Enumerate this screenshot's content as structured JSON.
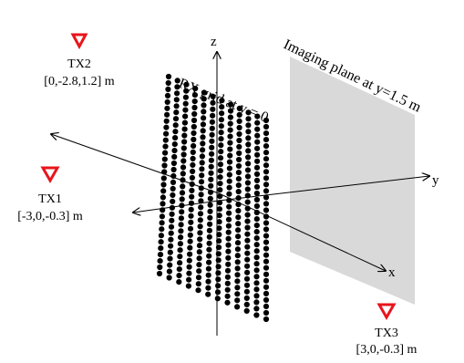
{
  "axes": {
    "z": "z",
    "y": "y",
    "x": "x"
  },
  "rx_grid": {
    "label": "RX grid at y = 0",
    "rows": 32,
    "cols": 12,
    "color": "#000000"
  },
  "imaging_plane": {
    "label": "Imaging plane at y=1.5 m",
    "fill": "#d9d9d9"
  },
  "transmitters": [
    {
      "name": "TX2",
      "coords": "[0,-2.8,1.2] m",
      "icon": "triangle-down-icon",
      "color": "#e8141b"
    },
    {
      "name": "TX1",
      "coords": "[-3,0,-0.3] m",
      "icon": "triangle-down-icon",
      "color": "#e8141b"
    },
    {
      "name": "TX3",
      "coords": "[3,0,-0.3] m",
      "icon": "triangle-down-icon",
      "color": "#e8141b"
    }
  ]
}
